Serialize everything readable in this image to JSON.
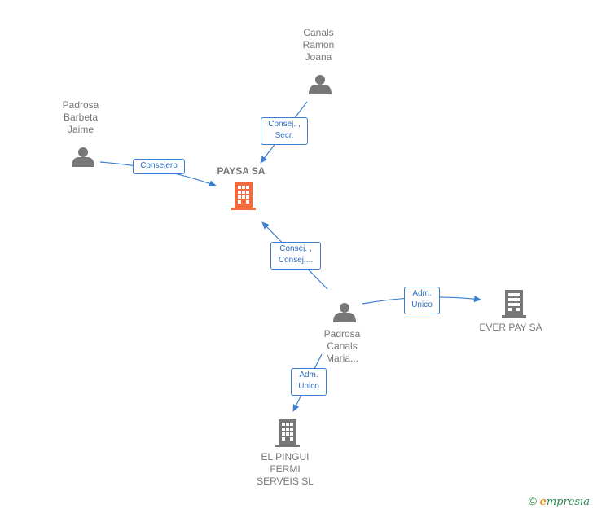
{
  "nodes": {
    "canals_ramon": {
      "lines": [
        "Canals",
        "Ramon",
        "Joana"
      ],
      "icon": "person-icon"
    },
    "padrosa_barbeta": {
      "lines": [
        "Padrosa",
        "Barbeta",
        "Jaime"
      ],
      "icon": "person-icon"
    },
    "paysa": {
      "lines": [
        "PAYSA SA"
      ],
      "icon": "building-icon",
      "color": "#f26a3d"
    },
    "padrosa_canals": {
      "lines": [
        "Padrosa",
        "Canals",
        "Maria..."
      ],
      "icon": "person-icon"
    },
    "ever_pay": {
      "lines": [
        "EVER PAY SA"
      ],
      "icon": "building-icon"
    },
    "el_pingui": {
      "lines": [
        "EL PINGUI",
        "FERMI",
        "SERVEIS SL"
      ],
      "icon": "building-icon"
    }
  },
  "edges": {
    "canals_to_paysa": {
      "lines": [
        "Consej. ,",
        "Secr."
      ]
    },
    "barbeta_to_paysa": {
      "lines": [
        "Consejero"
      ]
    },
    "maria_to_paysa": {
      "lines": [
        "Consej. ,",
        "Consej...."
      ]
    },
    "maria_to_everpay": {
      "lines": [
        "Adm.",
        "Unico"
      ]
    },
    "maria_to_pingui": {
      "lines": [
        "Adm.",
        "Unico"
      ]
    }
  },
  "colors": {
    "edge": "#3b7fce",
    "node": "#777777",
    "main_company": "#f26a3d"
  },
  "brand": {
    "copyright": "©",
    "e": "e",
    "rest": "mpresia"
  }
}
